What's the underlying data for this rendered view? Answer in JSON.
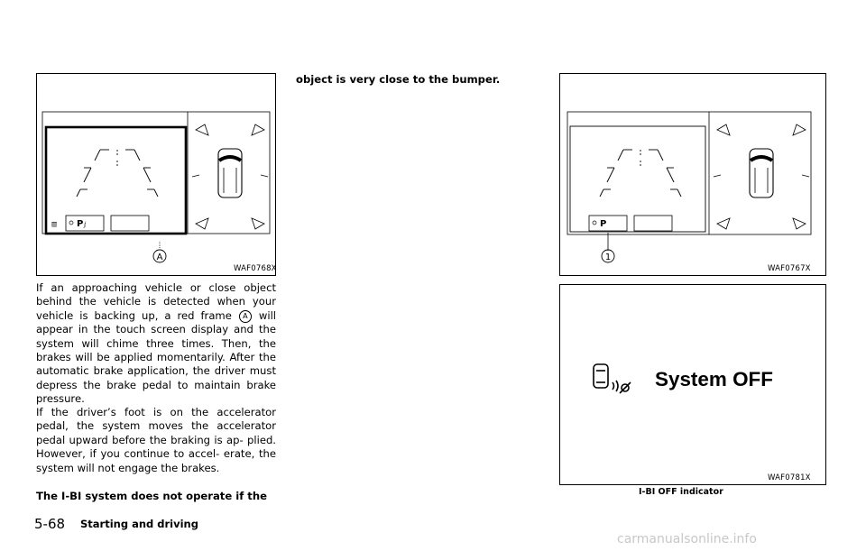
{
  "figures": {
    "left": {
      "code": "WAF0768X",
      "callout": "A",
      "icon_label": "P"
    },
    "right_top": {
      "code": "WAF0767X",
      "callout": "1",
      "icon_label": "P"
    },
    "right_bottom": {
      "code": "WAF0781X",
      "display_text": "System OFF",
      "caption": "I-BI OFF indicator"
    }
  },
  "body": {
    "p1_before": "If an approaching vehicle or close object behind the vehicle is detected when your vehicle is backing up, a red frame",
    "p1_marker": "A",
    "p1_after": "will appear in the touch screen display and the system will chime three times. Then, the brakes will be applied momentarily. After the automatic brake application, the driver must depress the brake pedal to maintain brake pressure.",
    "p2": "If the driver’s foot is on the accelerator pedal, the system moves the accelerator pedal upward before the braking is ap- plied. However, if you continue to accel- erate, the system will not engage the brakes.",
    "p3": "The I-BI system does not operate if the",
    "p3_continued": "object is very close to the bumper."
  },
  "footer": {
    "page_number": "5-68",
    "section_title": "Starting and driving"
  },
  "watermark": "carmanualsonline.info"
}
